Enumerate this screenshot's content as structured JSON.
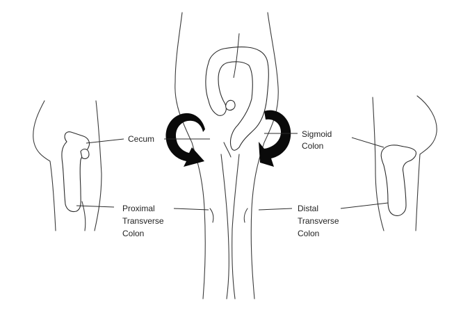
{
  "labels": {
    "cecum": "Cecum",
    "sigmoid_line1": "Sigmoid",
    "sigmoid_line2": "Colon",
    "proximal_line1": "Proximal",
    "proximal_line2": "Transverse",
    "proximal_line3": "Colon",
    "distal_line1": "Distal",
    "distal_line2": "Transverse",
    "distal_line3": "Colon"
  },
  "colors": {
    "line": "#2a2a2a",
    "arrow": "#0a0a0a",
    "background": "#ffffff"
  }
}
